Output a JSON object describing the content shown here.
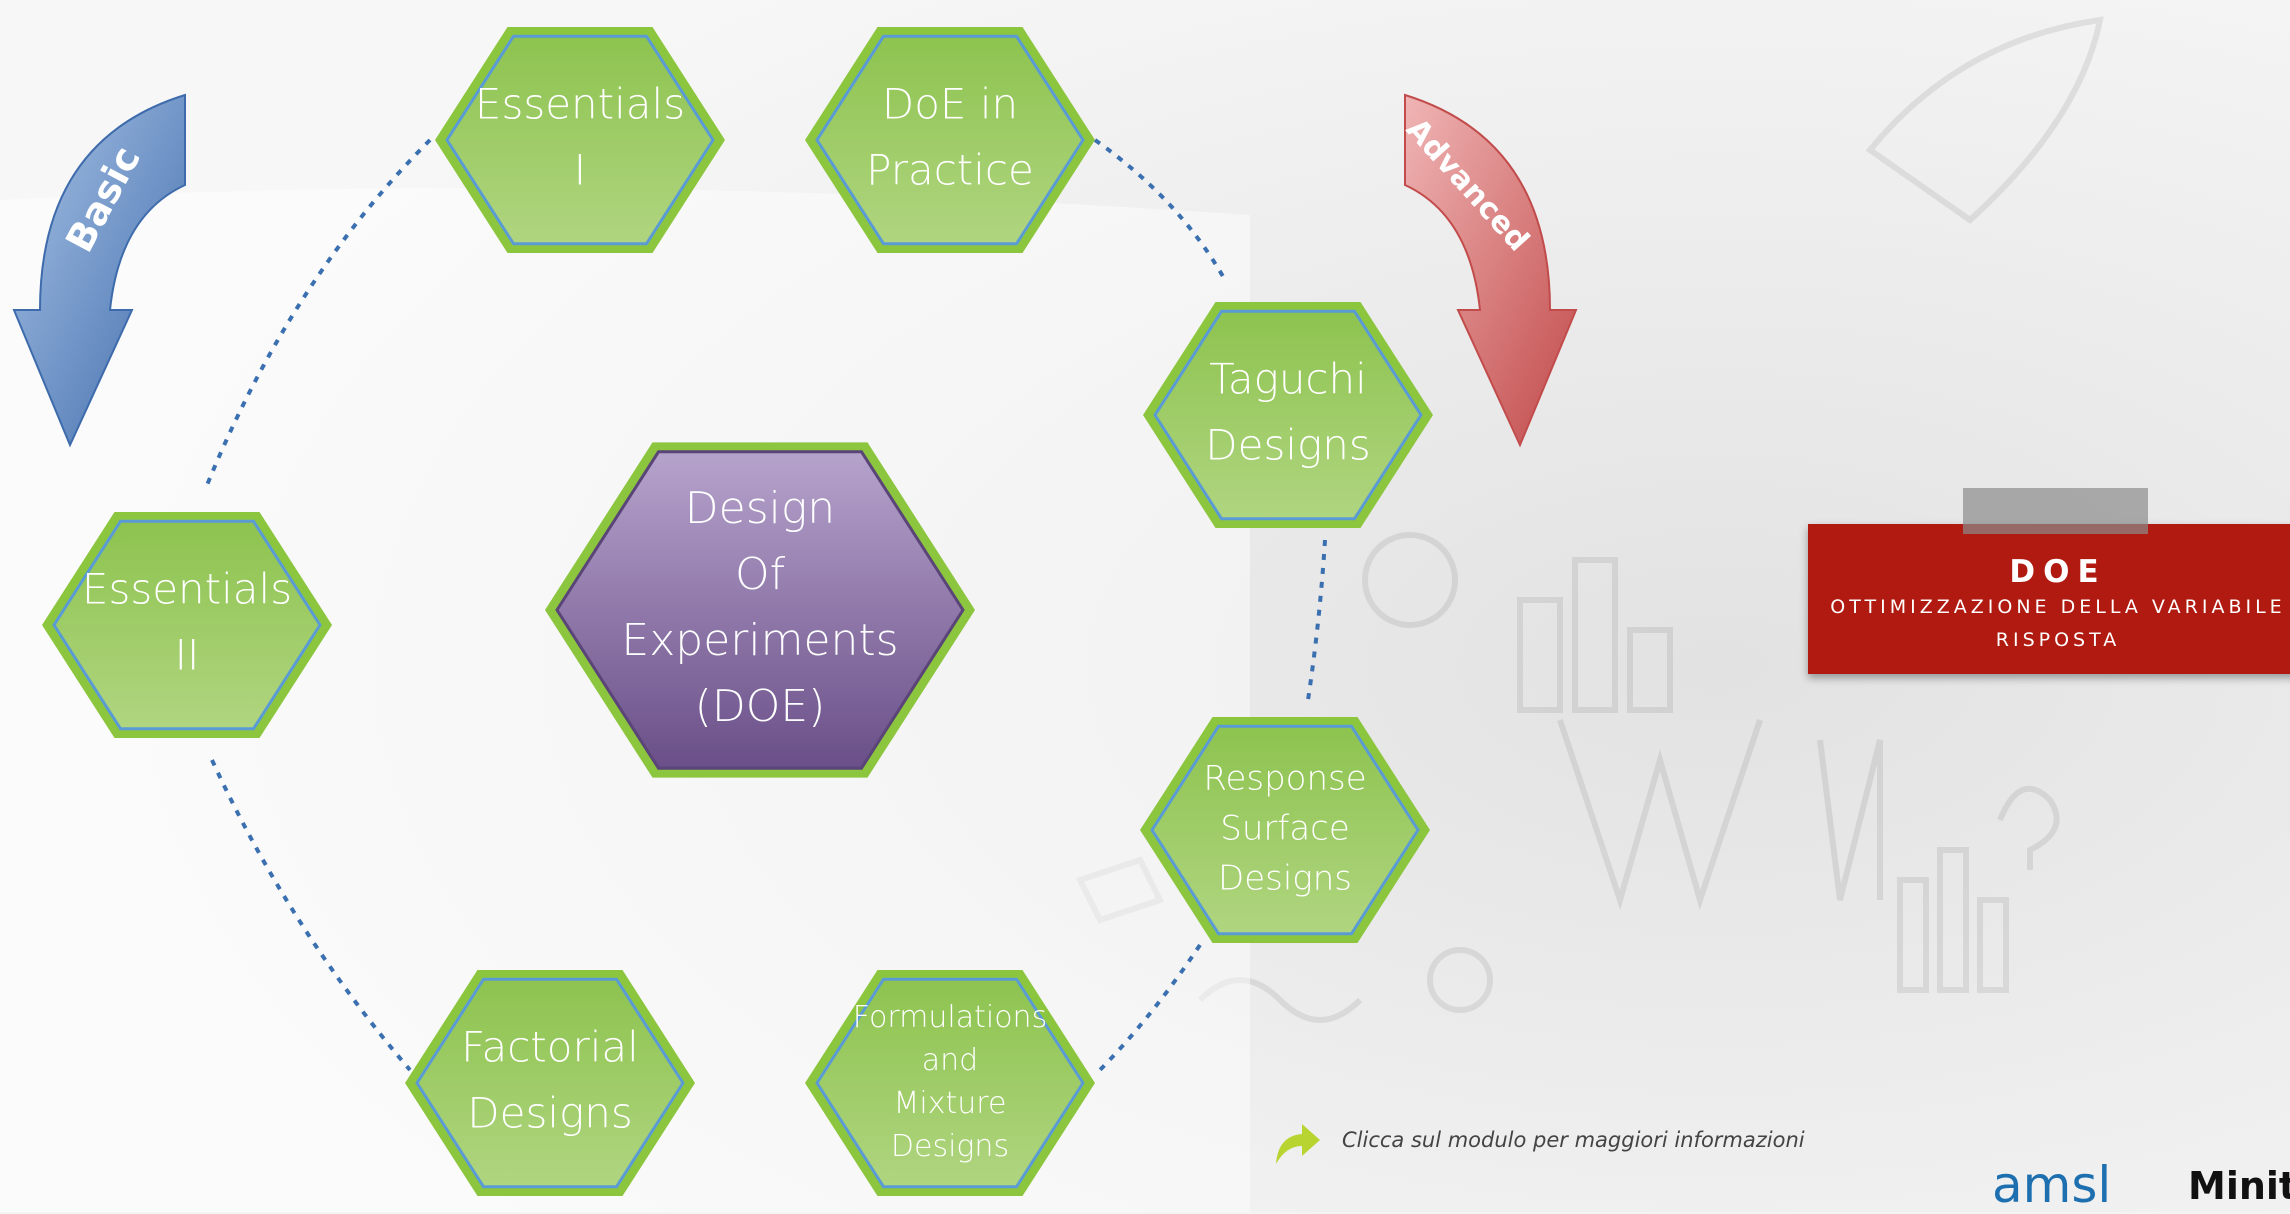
{
  "diagram": {
    "center": {
      "lines": [
        "Design",
        "Of",
        "Experiments",
        "(DOE)"
      ]
    },
    "modules": [
      {
        "id": "essentials-1",
        "lines": [
          "Essentials",
          "I"
        ]
      },
      {
        "id": "doe-in-practice",
        "lines": [
          "DoE in",
          "Practice"
        ]
      },
      {
        "id": "taguchi",
        "lines": [
          "Taguchi",
          "Designs"
        ]
      },
      {
        "id": "response-surface",
        "lines": [
          "Response",
          "Surface",
          "Designs"
        ]
      },
      {
        "id": "formulations",
        "lines": [
          "Formulations",
          "and",
          "Mixture",
          "Designs"
        ]
      },
      {
        "id": "factorial",
        "lines": [
          "Factorial",
          "Designs"
        ]
      },
      {
        "id": "essentials-2",
        "lines": [
          "Essentials",
          "II"
        ]
      }
    ],
    "arrows": {
      "basic": "Basic",
      "advanced": "Advanced"
    }
  },
  "banner": {
    "title": "DOE",
    "subtitle_line1": "OTTIMIZZAZIONE DELLA VARIABILE",
    "subtitle_line2": "RISPOSTA"
  },
  "hint": {
    "text": "Clicca sul modulo per maggiori informazioni"
  },
  "logos": {
    "amsl": "amsl",
    "minitab": "Minit"
  },
  "colors": {
    "hex_green": "#9bc85a",
    "hex_border": "#8cc63f",
    "hex_inner": "#5b9bd5",
    "center_purple": "#7b5e9a",
    "basic_arrow": "#4a78b6",
    "advanced_arrow": "#d05a5a",
    "banner_red": "#b01a10",
    "dotted_line": "#3a6fb0"
  },
  "icons": [
    "basic-arrow-icon",
    "advanced-arrow-icon",
    "hint-arrow-icon"
  ]
}
